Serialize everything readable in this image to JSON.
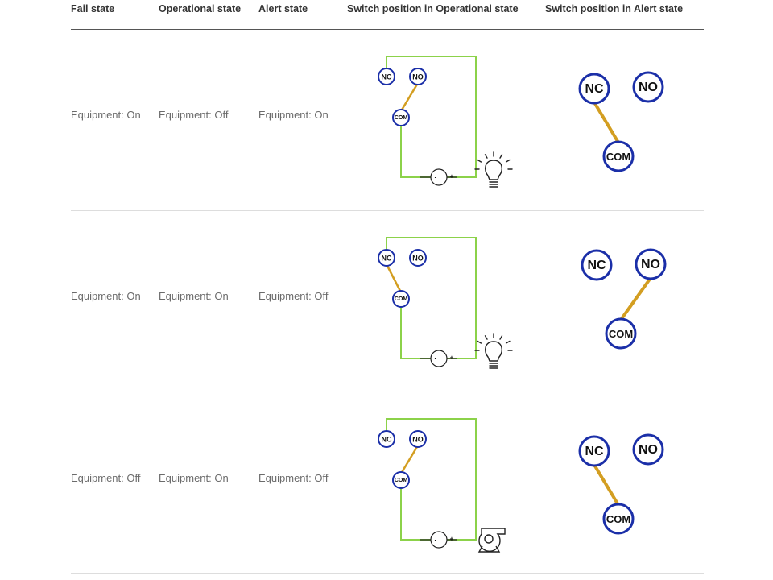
{
  "headers": {
    "fail": "Fail state",
    "operational": "Operational state",
    "alert": "Alert state",
    "switch_operational": "Switch position in Operational state",
    "switch_alert": "Switch position in Alert state"
  },
  "rows": [
    {
      "fail": "Equipment: On",
      "operational": "Equipment: Off",
      "alert": "Equipment: On",
      "op_switch": "NO",
      "alert_switch": "NC",
      "device": "light-bulb"
    },
    {
      "fail": "Equipment: On",
      "operational": "Equipment: On",
      "alert": "Equipment: Off",
      "op_switch": "NC",
      "alert_switch": "NO",
      "device": "light-bulb"
    },
    {
      "fail": "Equipment: Off",
      "operational": "Equipment: On",
      "alert": "Equipment: Off",
      "op_switch": "NO",
      "alert_switch": "NC",
      "device": "fan"
    }
  ],
  "terminals": {
    "nc": "NC",
    "no": "NO",
    "com": "COM"
  },
  "source_labels": {
    "minus": "-",
    "plus": "+"
  },
  "colors": {
    "wire": "#8cd24a",
    "contact": "#d39e21",
    "terminal_ring": "#1b2fa8",
    "ink": "#222222"
  }
}
